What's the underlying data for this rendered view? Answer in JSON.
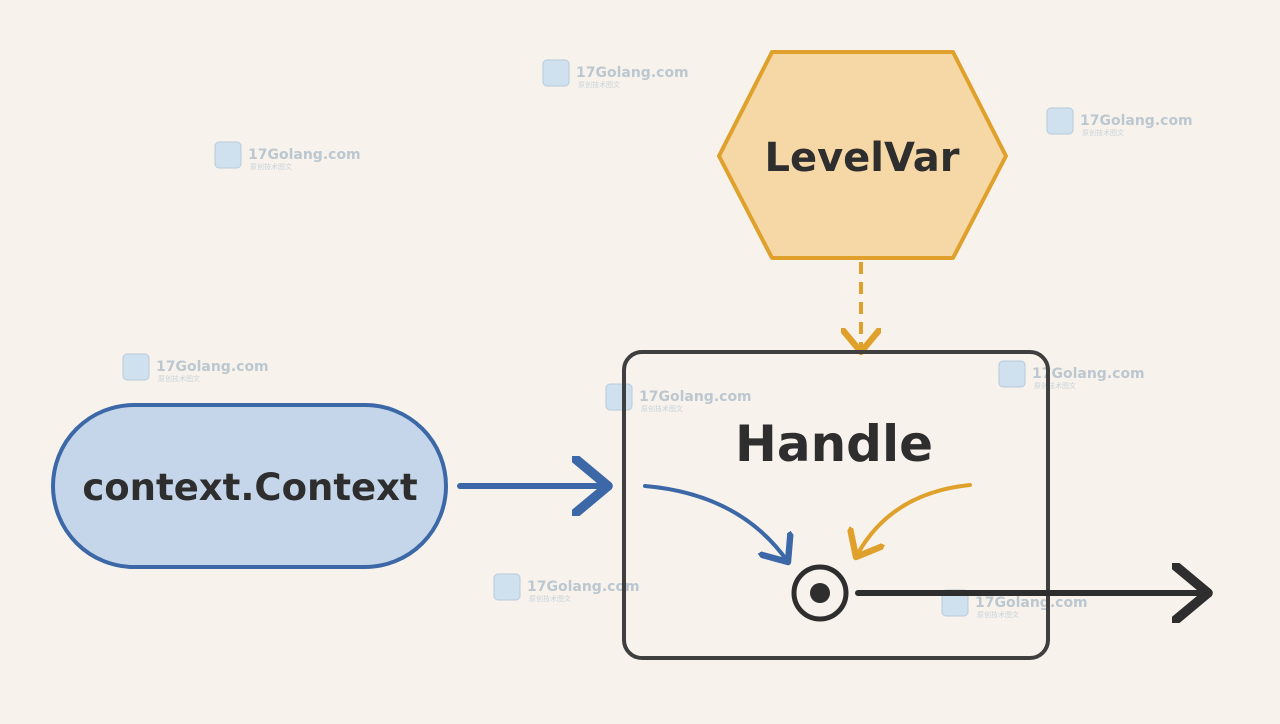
{
  "colors": {
    "background": "#f7f3ec",
    "context_fill": "#c6d6ea",
    "context_stroke": "#3c68a8",
    "levelvar_fill": "#f6d8a6",
    "levelvar_stroke": "#e0a12c",
    "handle_stroke": "#3f3f3f",
    "output_arrow": "#2e2e2e",
    "watermark": "#bcc7d0"
  },
  "nodes": {
    "context": {
      "label": "context.Context",
      "shape": "rounded-pill"
    },
    "levelvar": {
      "label": "LevelVar",
      "shape": "hexagon"
    },
    "handle": {
      "label": "Handle",
      "shape": "rounded-rectangle"
    }
  },
  "edges": [
    {
      "from": "context",
      "to": "handle",
      "style": "solid",
      "color": "blue"
    },
    {
      "from": "levelvar",
      "to": "handle",
      "style": "dashed",
      "color": "orange"
    },
    {
      "from": "handle-entry-left",
      "to": "merge-point",
      "style": "curved",
      "color": "blue"
    },
    {
      "from": "handle-entry-right",
      "to": "merge-point",
      "style": "curved",
      "color": "orange"
    },
    {
      "from": "merge-point",
      "to": "output",
      "style": "solid",
      "color": "black"
    }
  ],
  "watermark": {
    "title": "17Golang.com",
    "subtitle": "原创技术图文",
    "icon": "watermark-logo-icon"
  }
}
